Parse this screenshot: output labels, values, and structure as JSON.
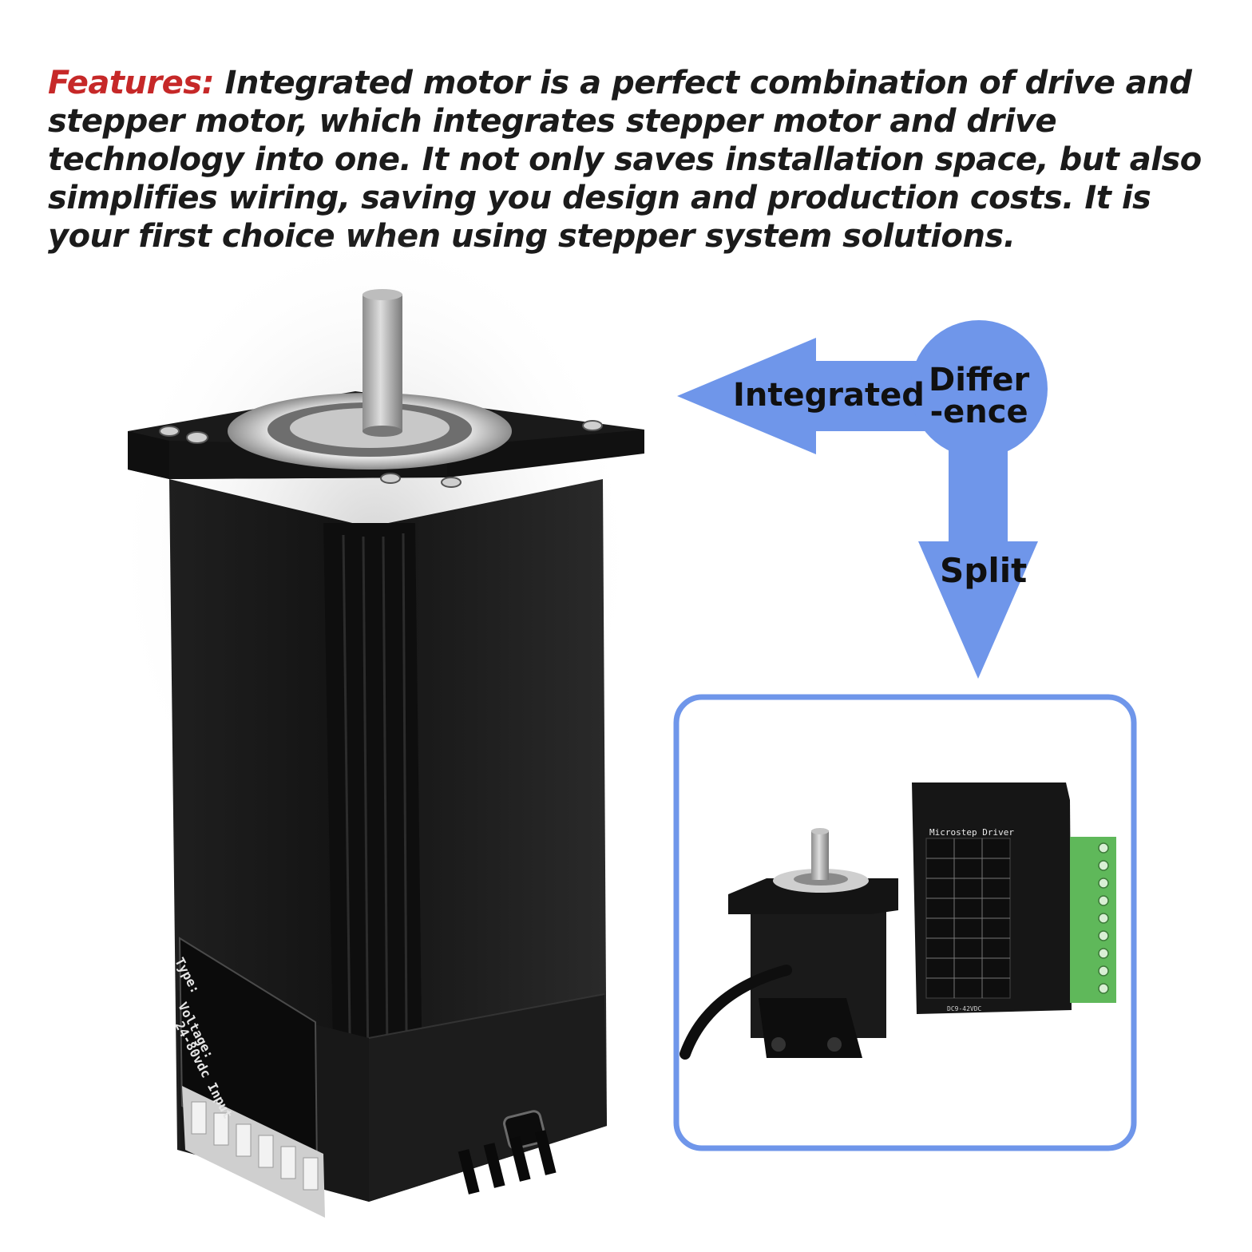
{
  "features": {
    "lead": "Features:",
    "text": " Integrated motor is a perfect combination of drive and stepper motor, which integrates stepper motor and drive technology into one. It not only saves installation space, but also simplifies wiring, saving you design and production costs. It is your first choice when using stepper system solutions."
  },
  "diagram": {
    "integrated_label": "Integrated",
    "difference_line1": "Differ",
    "difference_line2": "-ence",
    "split_label": "Split",
    "arrow_color": "#6f96ea",
    "frame_color": "#6f96ea"
  },
  "motor_label": {
    "type": "Type:",
    "voltage": "Voltage:",
    "input": "24-80vdc Input"
  },
  "driver": {
    "title": "Microstep Driver",
    "voltage": "DC9-42VDC"
  }
}
